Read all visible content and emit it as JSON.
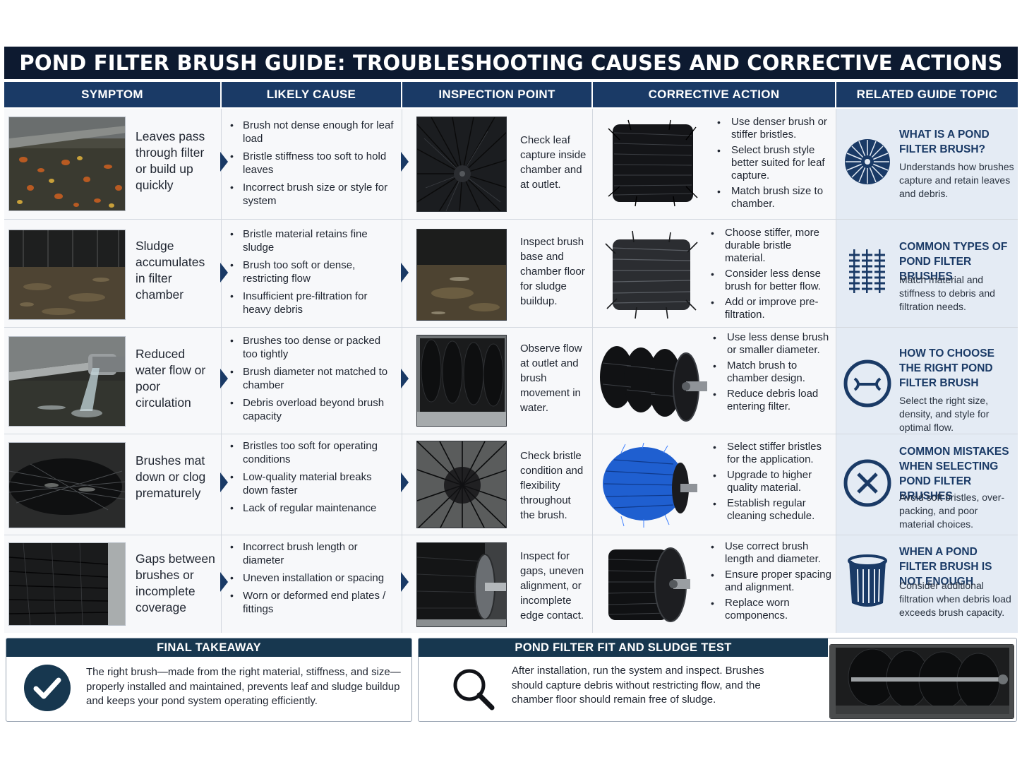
{
  "title": "POND FILTER BRUSH GUIDE: TROUBLESHOOTING CAUSES AND CORRECTIVE ACTIONS",
  "headers": [
    "SYMPTOM",
    "LIKELY CAUSE",
    "INSPECTION POINT",
    "CORRECTIVE ACTION",
    "RELATED GUIDE TOPIC"
  ],
  "rows": [
    {
      "symptom": "Leaves pass through filter or build up quickly",
      "causes": [
        "Brush not dense enough for leaf load",
        "Bristle stiffness too soft to hold leaves",
        "Incorrect brush size or style for system"
      ],
      "inspection": "Check leaf capture inside chamber and at outlet.",
      "actions": [
        "Use denser brush or stiffer bristles.",
        "Select brush style better suited for leaf capture.",
        "Match brush size to chamber."
      ],
      "topic_title": "WHAT IS A POND FILTER BRUSH?",
      "topic_desc": "Understands how brushes capture and retain leaves and debris.",
      "topic_icon": "brush-end-icon"
    },
    {
      "symptom": "Sludge accumulates in filter chamber",
      "causes": [
        "Bristle material retains fine sludge",
        "Brush too soft or dense, restricting flow",
        "Insufficient pre-filtration for heavy debris"
      ],
      "inspection": "Inspect brush base and chamber floor for sludge buildup.",
      "actions": [
        "Choose stiffer, more durable bristle material.",
        "Consider less dense brush for better flow.",
        "Add or improve pre-filtration."
      ],
      "topic_title": "COMMON TYPES OF POND FILTER BRUSHES",
      "topic_desc": "Match material and stiffness to debris and filtration needs.",
      "topic_icon": "brushes-icon"
    },
    {
      "symptom": "Reduced water flow or poor circulation",
      "causes": [
        "Brushes too dense or packed too tightly",
        "Brush diameter not matched to chamber",
        "Debris overload beyond brush capacity"
      ],
      "inspection": "Observe flow at outlet and brush movement in water.",
      "actions": [
        "Use less dense brush or smaller diameter.",
        "Match brush to chamber design.",
        "Reduce debris load entering filter."
      ],
      "topic_title": "HOW TO CHOOSE THE RIGHT POND FILTER BRUSH",
      "topic_desc": "Select the right size, density, and style for optimal flow.",
      "topic_icon": "measure-icon"
    },
    {
      "symptom": "Brushes mat down or clog prematurely",
      "causes": [
        "Bristles too soft for operating conditions",
        "Low-quality material breaks down faster",
        "Lack of regular maintenance"
      ],
      "inspection": "Check bristle condition and flexibility throughout the brush.",
      "actions": [
        "Select stiffer bristles for the application.",
        "Upgrade to higher quality material.",
        "Establish regular cleaning schedule."
      ],
      "topic_title": "COMMON MISTAKES WHEN SELECTING POND FILTER BRUSHES",
      "topic_desc": "Avoid soft bristles, over-packing, and poor material choices.",
      "topic_icon": "x-circle-icon"
    },
    {
      "symptom": "Gaps between brushes or incomplete coverage",
      "causes": [
        "Incorrect brush length or diameter",
        "Uneven installation or spacing",
        "Worn or deformed end plates / fittings"
      ],
      "inspection": "Inspect for gaps, uneven alignment, or incomplete edge contact.",
      "actions": [
        "Use correct brush length and diameter.",
        "Ensure proper spacing and alignment.",
        "Replace worn componencs."
      ],
      "topic_title": "WHEN A POND FILTER BRUSH IS NOT ENOUGH",
      "topic_desc": "Consider additional filtration when debris load exceeds brush capacity.",
      "topic_icon": "filter-canister-icon"
    }
  ],
  "takeaway": {
    "heading": "FINAL TAKEAWAY",
    "text": "The right brush—made from the right material, stiffness, and size—properly installed and maintained, prevents leaf and sludge buildup and keeps your pond system operating efficiently."
  },
  "test": {
    "heading": "POND FILTER FIT AND SLUDGE TEST",
    "text": "After installation, run the system and inspect. Brushes should capture debris without restricting flow, and the chamber floor should remain free of sludge."
  },
  "colors": {
    "navy": "#0d1a30",
    "header": "#1a3a66",
    "topic_bg": "#e4ebf4",
    "blue_brush": "#1f5fd0"
  }
}
